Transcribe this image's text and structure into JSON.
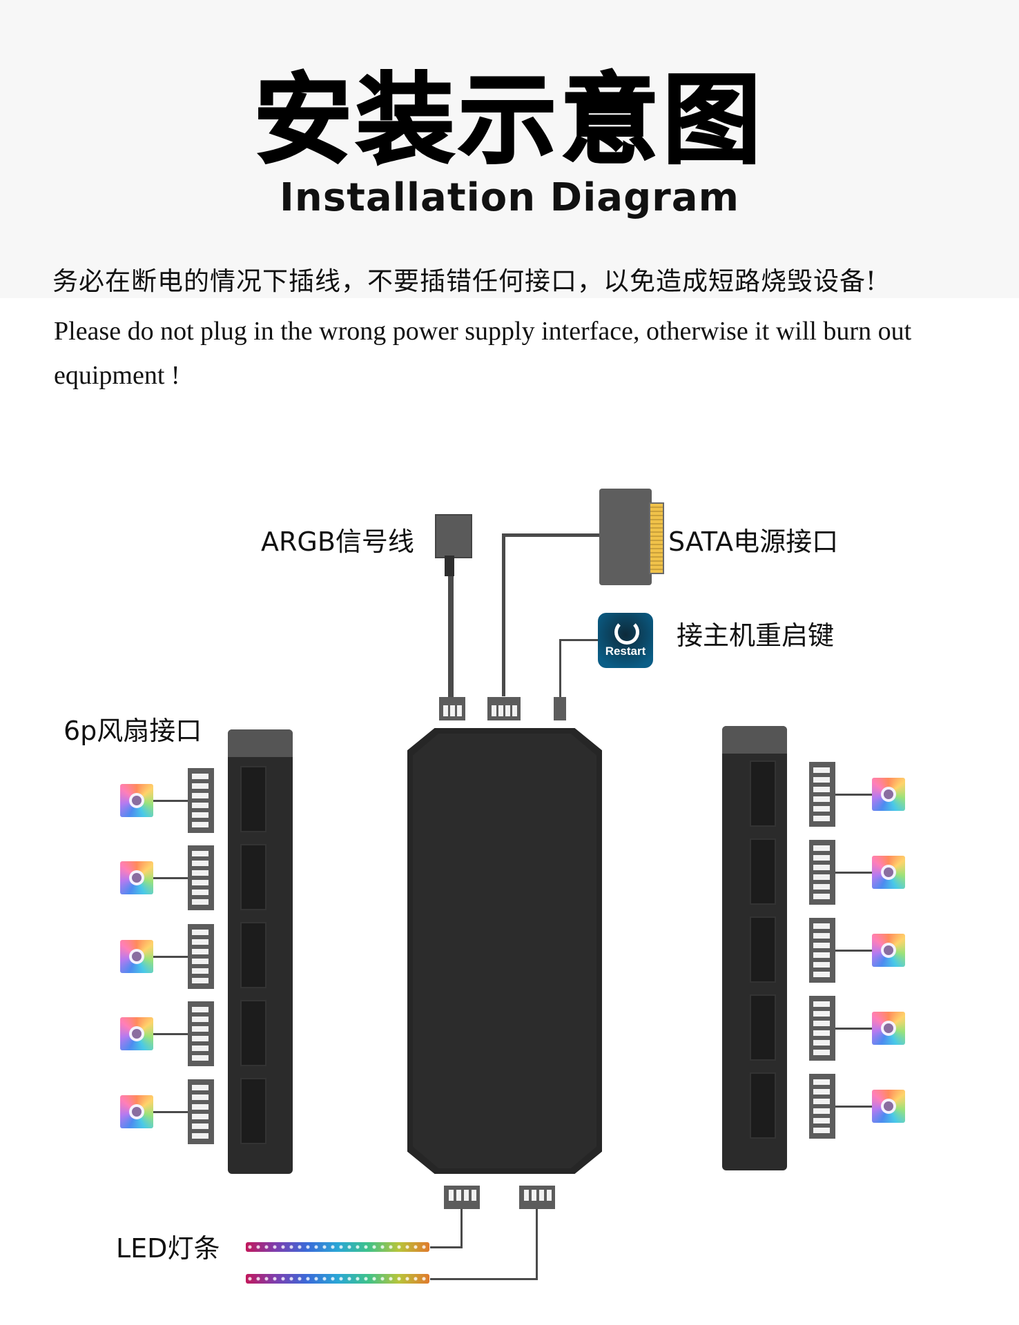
{
  "header": {
    "title_cn": "安装示意图",
    "title_en": "Installation Diagram"
  },
  "warning": {
    "cn": "务必在断电的情况下插线，不要插错任何接口，以免造成短路烧毁设备!",
    "en": "Please do not plug in the wrong power supply interface, otherwise it will burn out equipment !"
  },
  "diagram": {
    "labels": {
      "argb": "ARGB信号线",
      "sata": "SATA电源接口",
      "restart": "接主机重启键",
      "fan_ports": "6p风扇接口",
      "led": "LED灯条"
    },
    "restart_icon_text": "Restart",
    "fan_count_left": 5,
    "fan_count_right": 5,
    "led_strip_count": 2,
    "colors": {
      "hub": "#262626",
      "connector": "#5c5c5c",
      "restart_icon": "#0a5d86",
      "sata_pins": "#f0c24a"
    }
  }
}
